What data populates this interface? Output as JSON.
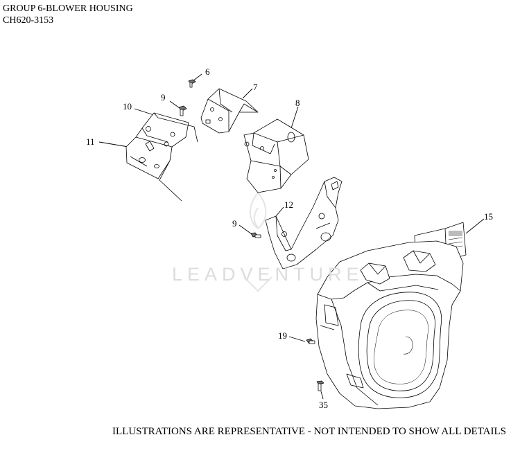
{
  "header": {
    "title": "GROUP 6-BLOWER HOUSING",
    "model": "CH620-3153"
  },
  "callouts": [
    {
      "id": "6",
      "label": "6"
    },
    {
      "id": "7",
      "label": "7"
    },
    {
      "id": "9a",
      "label": "9"
    },
    {
      "id": "10",
      "label": "10"
    },
    {
      "id": "8",
      "label": "8"
    },
    {
      "id": "11",
      "label": "11"
    },
    {
      "id": "12",
      "label": "12"
    },
    {
      "id": "9b",
      "label": "9"
    },
    {
      "id": "15",
      "label": "15"
    },
    {
      "id": "19",
      "label": "19"
    },
    {
      "id": "35",
      "label": "35"
    }
  ],
  "watermark": "LEADVENTURE",
  "footer": "ILLUSTRATIONS ARE REPRESENTATIVE - NOT INTENDED TO SHOW ALL DETAILS"
}
